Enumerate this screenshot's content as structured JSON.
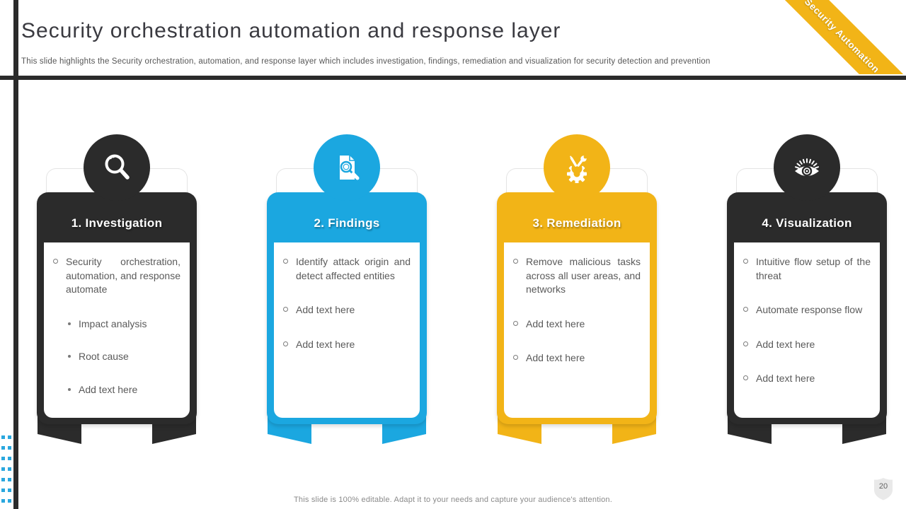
{
  "slide": {
    "title": "Security orchestration automation and response layer",
    "subtitle": "This slide highlights the Security orchestration, automation, and response layer which includes investigation, findings, remediation and visualization for security detection and prevention",
    "corner_ribbon": "Security Automation",
    "footer": "This slide is 100% editable. Adapt it to your needs and capture your audience's attention.",
    "page_number": "20"
  },
  "colors": {
    "dark": "#2b2b2b",
    "blue": "#1ba7e0",
    "yellow": "#f2b417",
    "body_text": "#5a5a5a",
    "accent_dots": "#2aa7de"
  },
  "cards": [
    {
      "title": "1. Investigation",
      "color": "dark",
      "icon": "magnifier-icon",
      "bullets": [
        {
          "marker": "circle",
          "text": "Security orchestration, automation, and response automate"
        },
        {
          "marker": "dot",
          "text": "Impact analysis"
        },
        {
          "marker": "dot",
          "text": "Root cause"
        },
        {
          "marker": "dot",
          "text": "Add text here"
        }
      ]
    },
    {
      "title": "2. Findings",
      "color": "blue",
      "icon": "document-search-icon",
      "bullets": [
        {
          "marker": "circle",
          "text": "Identify attack origin and detect affected entities"
        },
        {
          "marker": "circle",
          "text": "Add text here"
        },
        {
          "marker": "circle",
          "text": "Add text here"
        }
      ]
    },
    {
      "title": "3. Remediation",
      "color": "yellow",
      "icon": "gear-tools-icon",
      "bullets": [
        {
          "marker": "circle",
          "text": "Remove malicious tasks across all user areas, and networks"
        },
        {
          "marker": "circle",
          "text": "Add text here"
        },
        {
          "marker": "circle",
          "text": "Add text here"
        }
      ]
    },
    {
      "title": "4. Visualization",
      "color": "dark",
      "icon": "eye-icon",
      "bullets": [
        {
          "marker": "circle",
          "text": "Intuitive flow setup of the threat"
        },
        {
          "marker": "circle",
          "text": "Automate response flow"
        },
        {
          "marker": "circle",
          "text": "Add text here"
        },
        {
          "marker": "circle",
          "text": "Add text here"
        }
      ]
    }
  ]
}
